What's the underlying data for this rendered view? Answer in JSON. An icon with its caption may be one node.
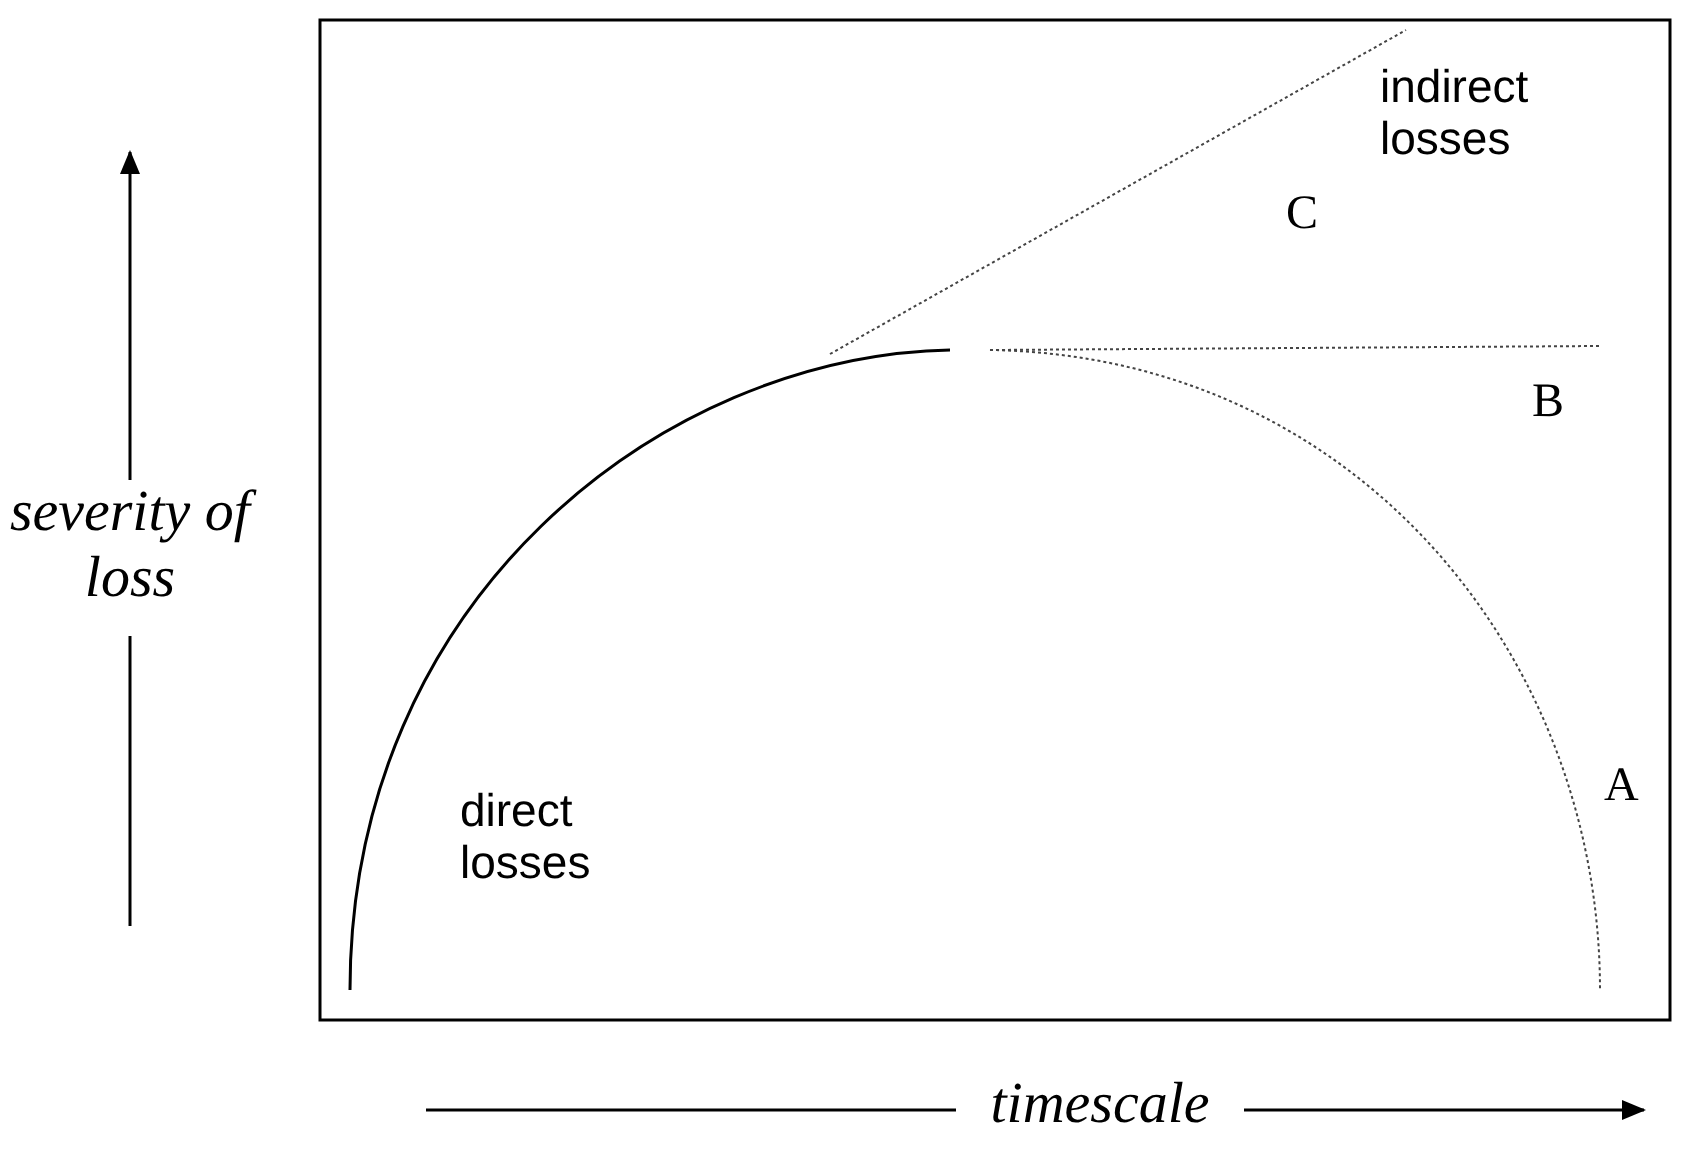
{
  "diagram": {
    "labels": [
      "indirect losses",
      "C",
      "B",
      "severity of loss",
      "A",
      "direct losses",
      "timescale"
    ]
  }
}
